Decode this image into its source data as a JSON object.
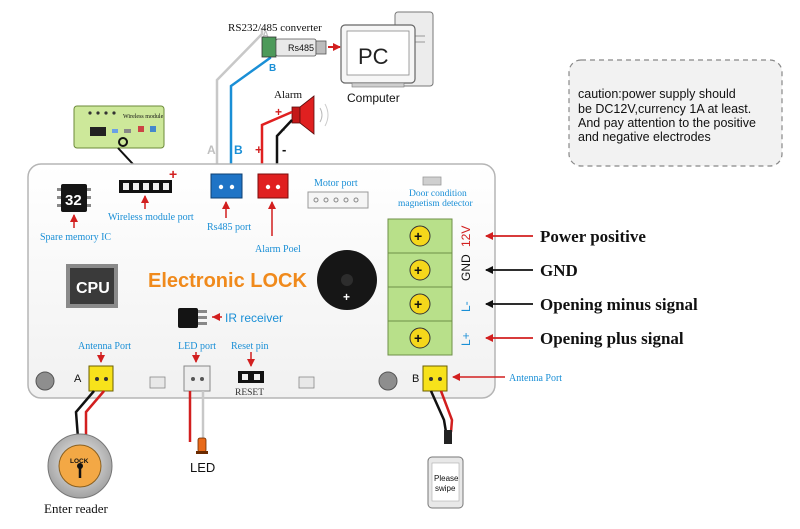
{
  "top": {
    "converter_label": "RS232/485 converter",
    "converter_chip_label": "Rs485",
    "pc_label": "PC",
    "computer_label": "Computer",
    "alarm_label": "Alarm",
    "wire_a_label": "A",
    "wire_b_label": "B",
    "alarm_plus": "+",
    "alarm_minus": "-",
    "wireless_module_label": "Wireless module"
  },
  "caution": {
    "line1": "caution:power supply should",
    "line2": "be DC12V,currency 1A at least.",
    "line3": "And pay attention to the positive",
    "line4": "and negative electrodes"
  },
  "board": {
    "chip_number": "32",
    "spare_memory_label": "Spare memory IC",
    "wireless_port_label": "Wireless module port",
    "wireless_port_plus": "+",
    "rs485_port_label": "Rs485 port",
    "alarm_port_label": "Alarm Poel",
    "motor_port_label": "Motor port",
    "door_sensor_line1": "Door condition",
    "door_sensor_line2": "magnetism detector",
    "cpu_label": "CPU",
    "title": "Electronic LOCK",
    "ir_label": "IR receiver",
    "antenna_port_a_label": "Antenna Port",
    "led_port_label": "LED port",
    "reset_pin_label": "Reset pin",
    "reset_text": "RESET",
    "port_a_letter": "A",
    "port_b_letter": "B",
    "antenna_port_b_label": "Antenna Port",
    "buzzer_plus": "+"
  },
  "terminals": [
    {
      "pin": "12V",
      "annotation": "Power positive",
      "pin_color": "#d21f1f",
      "arrow_color": "#d21f1f"
    },
    {
      "pin": "GND",
      "annotation": "GND",
      "pin_color": "#111111",
      "arrow_color": "#111111"
    },
    {
      "pin": "L-",
      "annotation": "Opening minus signal",
      "pin_color": "#1a8fd6",
      "arrow_color": "#111111"
    },
    {
      "pin": "L+",
      "annotation": "Opening plus signal",
      "pin_color": "#1a8fd6",
      "arrow_color": "#d21f1f"
    }
  ],
  "terminal_plus": "+",
  "bottom": {
    "lock_text": "LOCK",
    "enter_reader_label": "Enter reader",
    "led_label": "LED",
    "swipe_line1": "Please",
    "swipe_line2": "swipe"
  },
  "colors": {
    "accent_orange": "#f08a1c",
    "label_blue": "#1a8fd6",
    "rs485_blue": "#1f74c6",
    "alarm_red": "#e02020",
    "terminal_green": "#b8e08a",
    "connector_yellow": "#f7e21b"
  }
}
